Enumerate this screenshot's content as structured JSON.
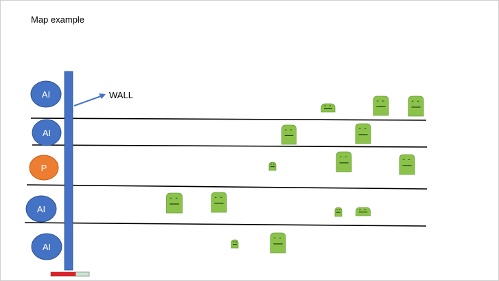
{
  "slide": {
    "title": "Map example"
  },
  "wall": {
    "label": "WALL",
    "color": "#4472c4"
  },
  "colors": {
    "ai": "#4472c4",
    "player": "#ed7d31",
    "enemy": "#8bc34a",
    "enemy_outline": "#6a9a3a",
    "health_fill": "#d9242b",
    "health_empty": "#cfe4d6",
    "lane_line": "#000000"
  },
  "agents": [
    {
      "label": "AI",
      "kind": "ai"
    },
    {
      "label": "AI",
      "kind": "ai"
    },
    {
      "label": "P",
      "kind": "player"
    },
    {
      "label": "AI",
      "kind": "ai"
    },
    {
      "label": "AI",
      "kind": "ai"
    }
  ],
  "enemies_per_lane": [
    3,
    2,
    3,
    4,
    2
  ],
  "health_bar": {
    "fraction": 0.65
  }
}
